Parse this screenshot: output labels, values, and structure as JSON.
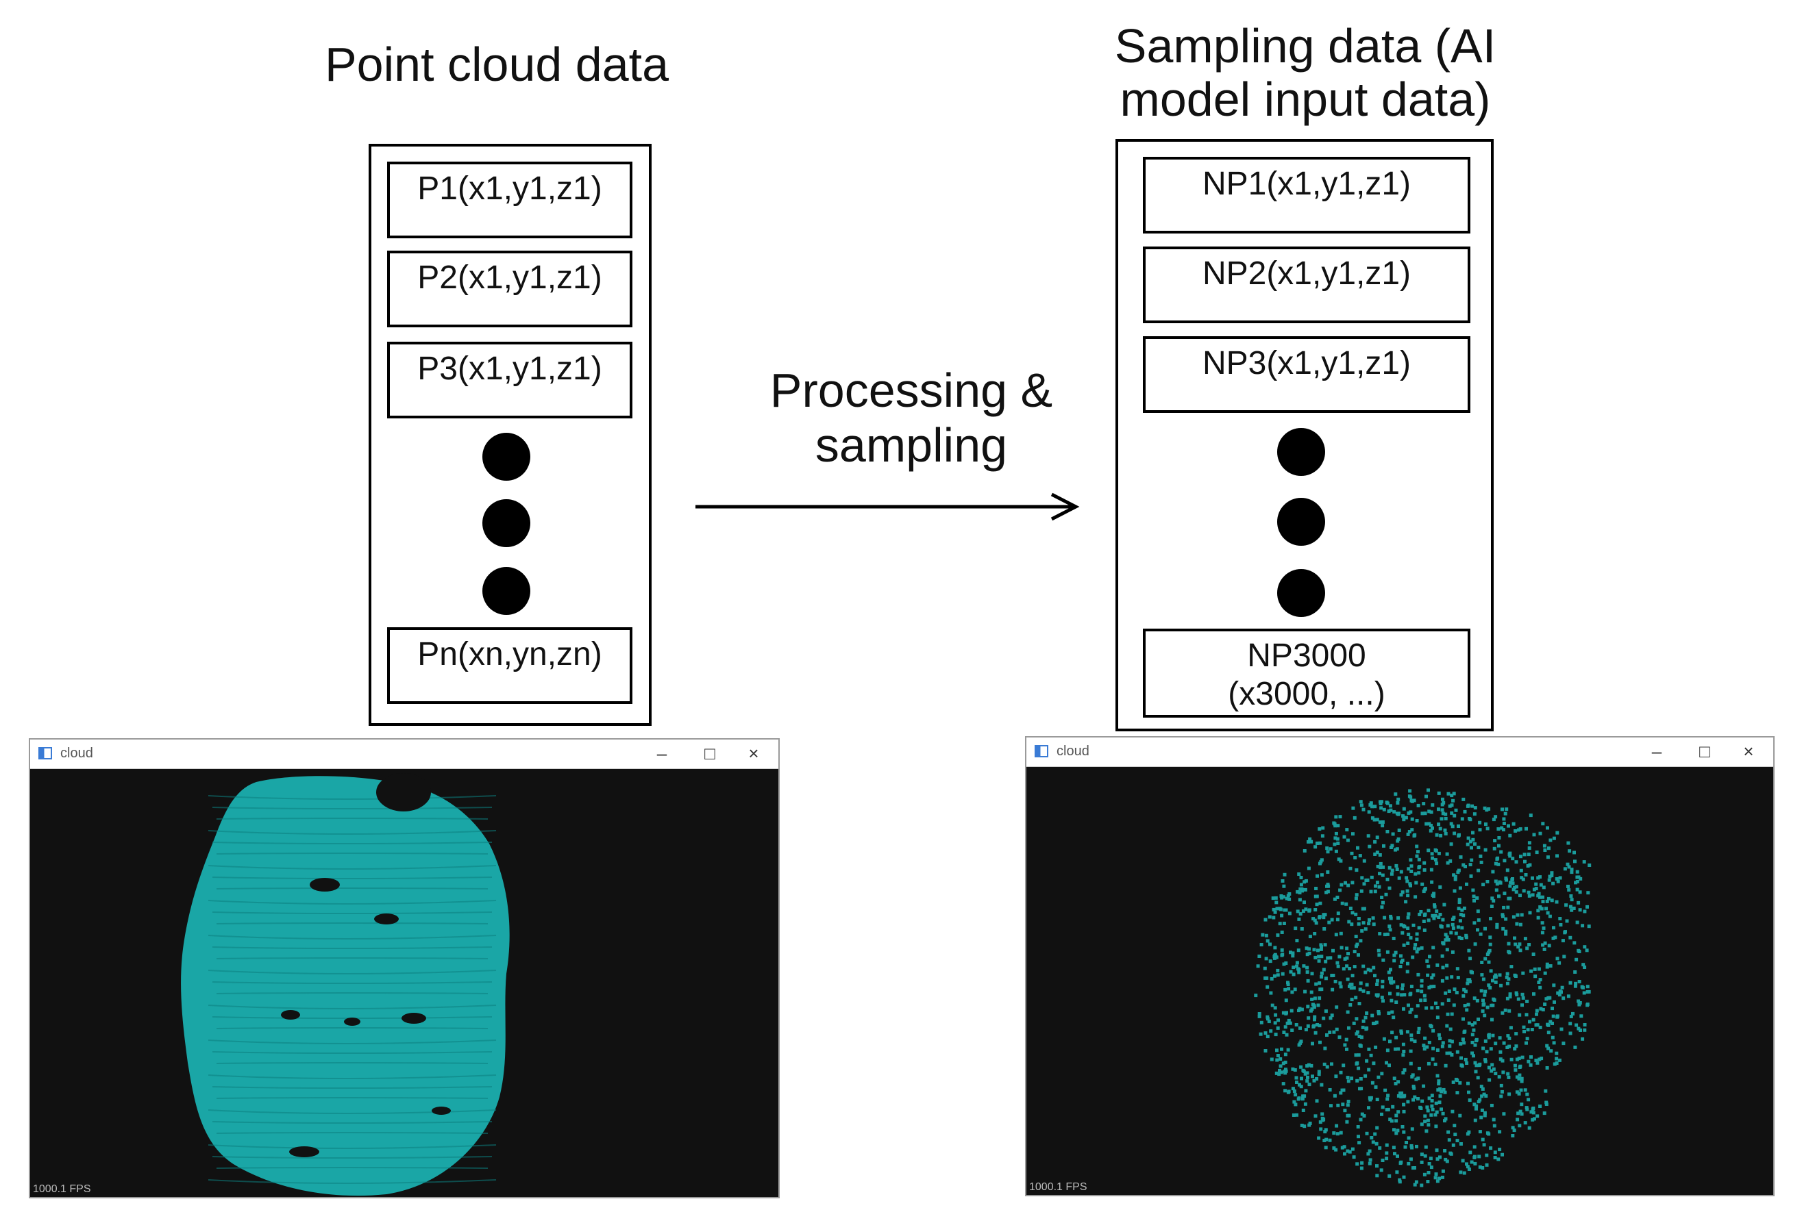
{
  "left": {
    "title": "Point cloud data",
    "records": [
      "P1(x1,y1,z1)",
      "P2(x1,y1,z1)",
      "P3(x1,y1,z1)"
    ],
    "last_record": "Pn(xn,yn,zn)"
  },
  "right": {
    "title": "Sampling data (AI model input data)",
    "records": [
      "NP1(x1,y1,z1)",
      "NP2(x1,y1,z1)",
      "NP3(x1,y1,z1)"
    ],
    "last_record_line1": "NP3000",
    "last_record_line2": "(x3000, ...)"
  },
  "process": {
    "line1": "Processing &",
    "line2": "sampling"
  },
  "viewers": [
    {
      "window_title": "cloud",
      "fps": "1000.1 FPS",
      "controls": [
        "–",
        "□",
        "×"
      ]
    },
    {
      "window_title": "cloud",
      "fps": "1000.1 FPS",
      "controls": [
        "–",
        "□",
        "×"
      ]
    }
  ],
  "colors": {
    "cloud_dense": "#1aa6a6",
    "cloud_sparse": "#1b9c9c",
    "viewer_bg": "#111111"
  }
}
